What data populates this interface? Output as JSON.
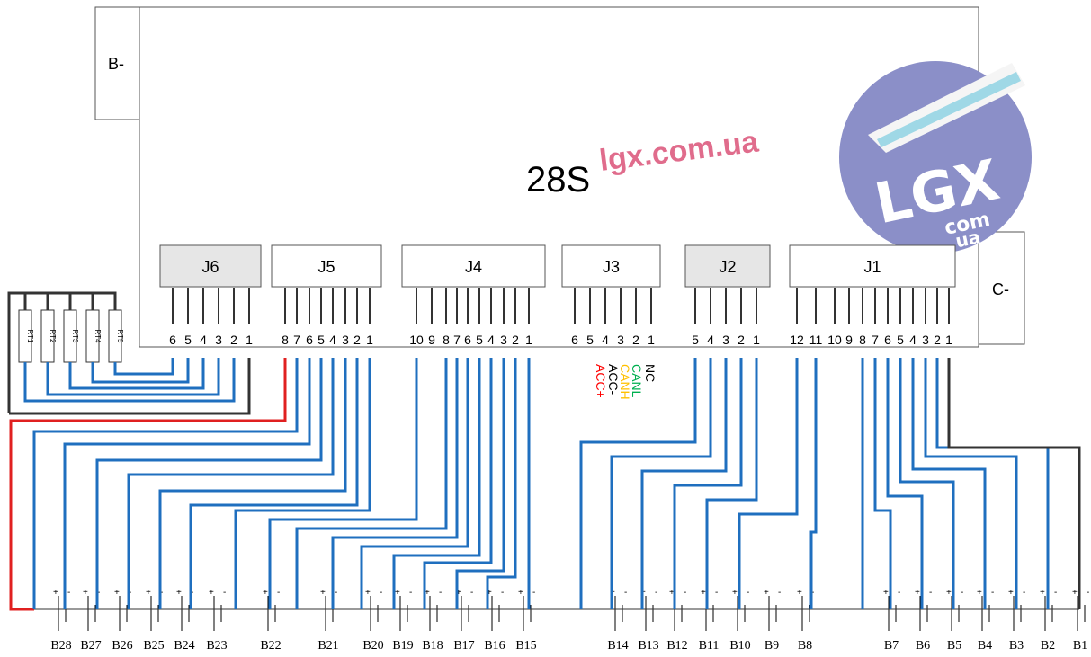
{
  "board": {
    "title": "28S",
    "watermark": "lgx.com.ua",
    "left_box": "B-",
    "right_box": "C-"
  },
  "logo": {
    "big": "LGX",
    "small1": "com",
    "small2": "ua"
  },
  "connectors": [
    {
      "id": "J6",
      "label": "J6",
      "pins": [
        "6",
        "5",
        "4",
        "3",
        "2",
        "1"
      ]
    },
    {
      "id": "J5",
      "label": "J5",
      "pins": [
        "8",
        "7",
        "6",
        "5",
        "4",
        "3",
        "2",
        "1"
      ]
    },
    {
      "id": "J4",
      "label": "J4",
      "pins": [
        "10",
        "9",
        "8",
        "7",
        "6",
        "5",
        "4",
        "3",
        "2",
        "1"
      ]
    },
    {
      "id": "J3",
      "label": "J3",
      "pins": [
        "6",
        "5",
        "4",
        "3",
        "2",
        "1"
      ]
    },
    {
      "id": "J2",
      "label": "J2",
      "pins": [
        "5",
        "4",
        "3",
        "2",
        "1"
      ]
    },
    {
      "id": "J1",
      "label": "J1",
      "pins": [
        "12",
        "11",
        "10",
        "9",
        "8",
        "7",
        "6",
        "5",
        "4",
        "3",
        "2",
        "1"
      ]
    }
  ],
  "j3_signals": [
    {
      "text": "NC",
      "color": "#000000"
    },
    {
      "text": "CANL",
      "color": "#00b050"
    },
    {
      "text": "CANH",
      "color": "#ffc000"
    },
    {
      "text": "ACC-",
      "color": "#000000"
    },
    {
      "text": "ACC+",
      "color": "#ff0000"
    }
  ],
  "thermistors": [
    "RT1",
    "RT2",
    "RT3",
    "RT4",
    "RT5"
  ],
  "cells": [
    "B28",
    "B27",
    "B26",
    "B25",
    "B24",
    "B23",
    "B22",
    "B21",
    "B20",
    "B19",
    "B18",
    "B17",
    "B16",
    "B15",
    "B14",
    "B13",
    "B12",
    "B11",
    "B10",
    "B9",
    "B8",
    "B7",
    "B6",
    "B5",
    "B4",
    "B3",
    "B2",
    "B1"
  ],
  "colors": {
    "wire_blue": "#1f6fbf",
    "wire_red": "#e02020",
    "wire_black": "#333333",
    "logo": "#8b8fc8"
  }
}
